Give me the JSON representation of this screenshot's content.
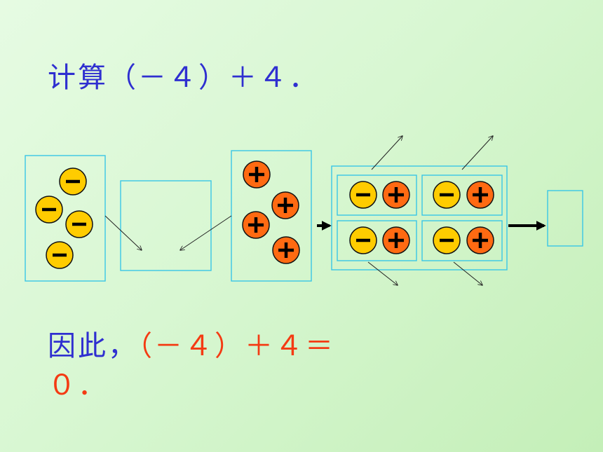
{
  "question": "计算（－４）＋４．",
  "answer_lead": "因此，",
  "answer_expr": "（－４）＋４＝０．",
  "diagram": {
    "negative_count": 4,
    "positive_count": 4,
    "pair_count": 4,
    "colors": {
      "negative_fill": "#ffcc00",
      "positive_fill": "#ff6a12",
      "box_stroke": "#39c6e6"
    }
  }
}
